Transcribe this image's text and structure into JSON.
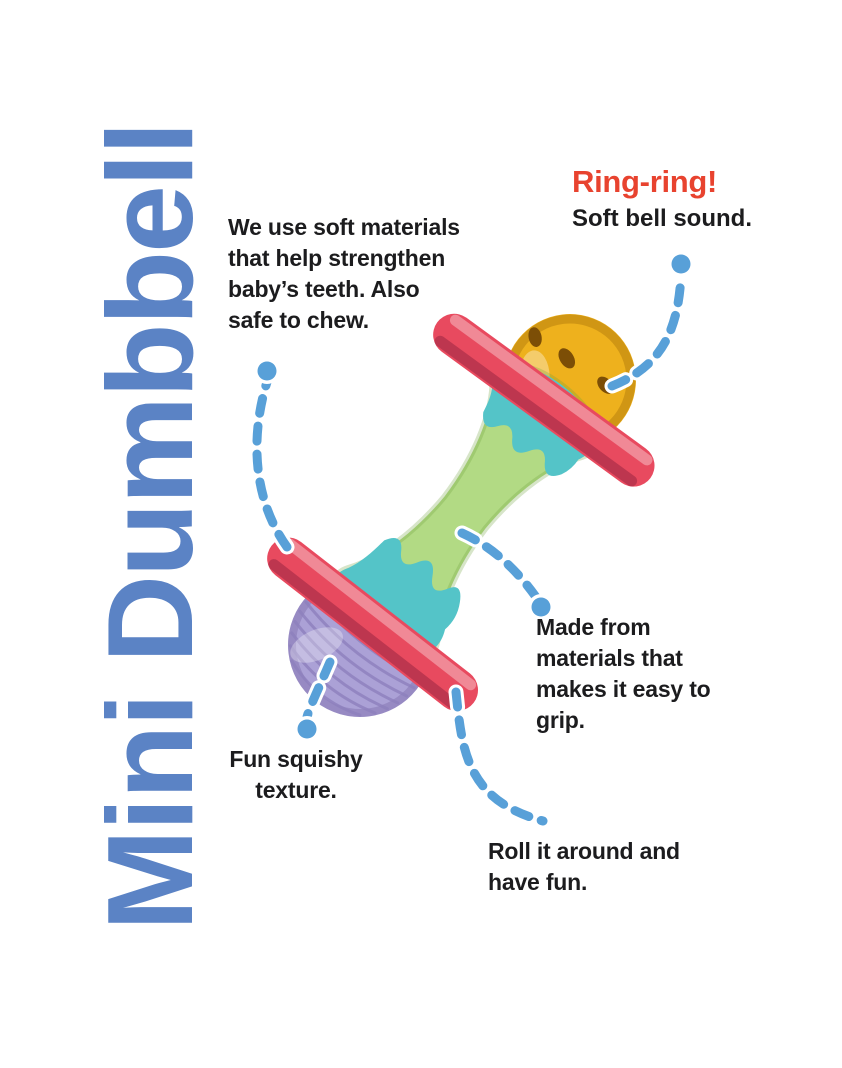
{
  "title": {
    "text": "Mini Dumbbell",
    "color": "#5b83c5"
  },
  "annotations": {
    "teeth": {
      "text": "We use soft materials\nthat help strengthen\nbaby’s teeth. Also\nsafe to chew."
    },
    "bell": {
      "headline": "Ring-ring!",
      "headline_color": "#e8432f",
      "text": "Soft bell sound."
    },
    "grip": {
      "text": "Made from\nmaterials that\nmakes it easy to\ngrip."
    },
    "squishy": {
      "text": "Fun squishy\ntexture."
    },
    "roll": {
      "text": "Roll it around and\nhave fun."
    }
  },
  "callout": {
    "line_color": "#58a0d8",
    "dot_color": "#58a0d8"
  },
  "text_color": "#1c1c1e",
  "toy": {
    "name": "mini dumbbell baby rattle",
    "colors": {
      "disc_red": "#e84a5f",
      "ball_yellow": "#eeb11d",
      "hole_brown": "#7c4e06",
      "ball_purple": "#aba1d6",
      "rib_purple": "#8d80bd",
      "handle_green": "#b2da84",
      "cap_teal": "#54c4c8"
    }
  }
}
